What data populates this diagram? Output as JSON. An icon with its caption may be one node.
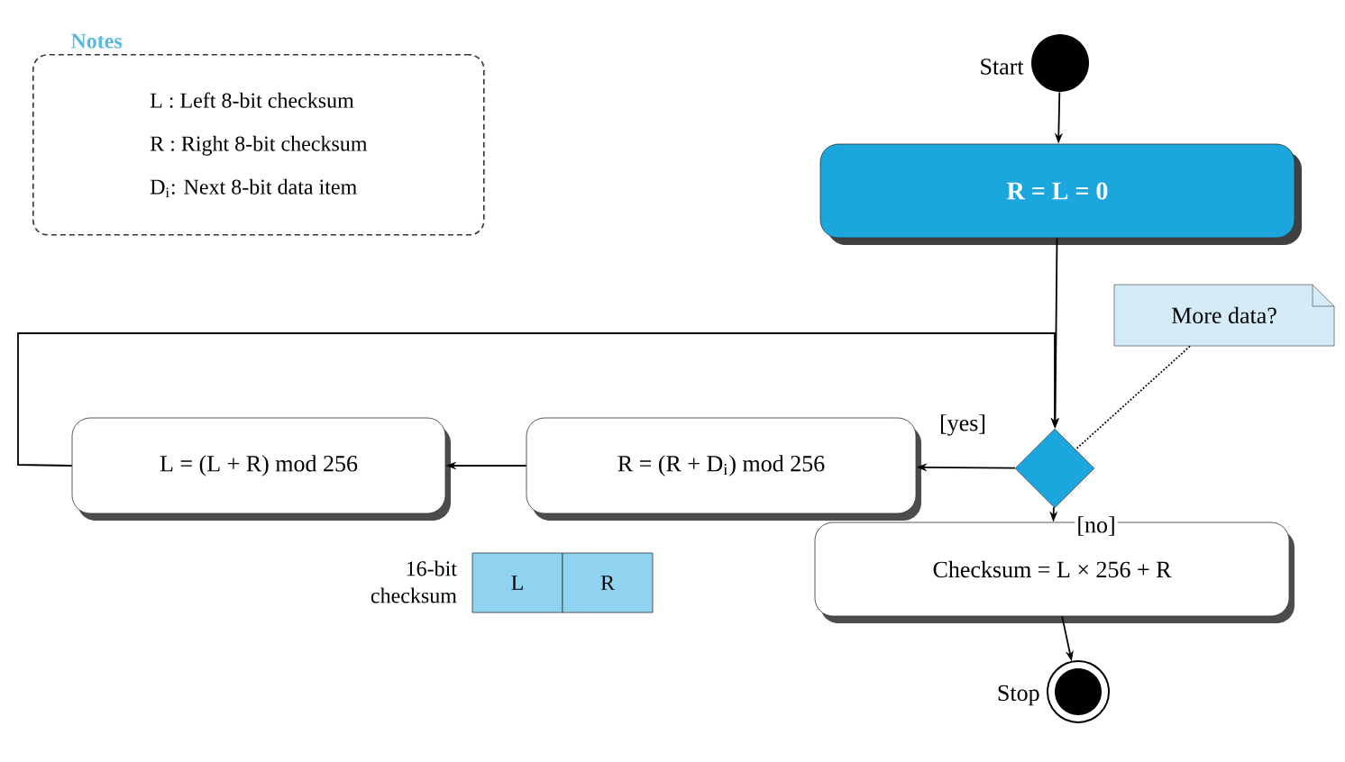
{
  "diagram": {
    "nodes": [
      {
        "text": [
          "Notes",
          "L : Left 8-bit checksum",
          "R : Right 8-bit checksum",
          "D$_{i}$: Next 8-bit data item"
        ]
      },
      {
        "text": [],
        "shape": "circle",
        "beside": [
          "Start"
        ]
      },
      {
        "text": [
          "R = L = 0"
        ]
      },
      {
        "text": [],
        "shape": "diamond"
      },
      {
        "text": [
          "More data?"
        ]
      },
      {
        "text": [
          "R = (R + D$_{i}$) mod 256"
        ]
      },
      {
        "text": [
          "L = (L + R) mod 256"
        ]
      },
      {
        "text": [
          "Checksum = L × 256 + R"
        ]
      },
      {
        "text": [],
        "shape": "circle",
        "beside": [
          "Stop"
        ]
      },
      {
        "text": [
          "L"
        ]
      },
      {
        "text": [
          "R"
        ]
      }
    ],
    "edges": [
      {
        "from": 1,
        "to": 2,
        "arrow": "to"
      },
      {
        "from": 2,
        "to": 3,
        "arrow": "to"
      },
      {
        "from": 6,
        "to": 3,
        "arrow": "to"
      },
      {
        "from": 3,
        "to": 5,
        "arrow": "to",
        "label": "[yes]"
      },
      {
        "from": 5,
        "to": 6,
        "arrow": "to"
      },
      {
        "from": 3,
        "to": 7,
        "arrow": "to",
        "label": "[no]"
      },
      {
        "from": 7,
        "to": 8,
        "arrow": "to"
      },
      {
        "from": 4,
        "to": 3,
        "arrow": "none",
        "style": "dashed"
      }
    ],
    "labels": [
      "16-bit checksum"
    ]
  }
}
